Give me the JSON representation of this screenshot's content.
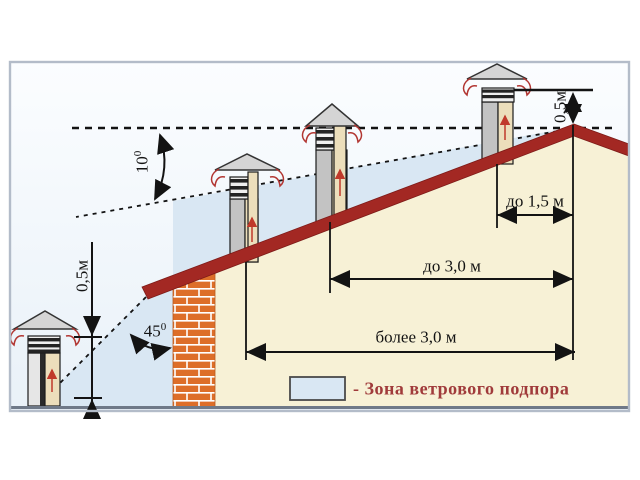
{
  "figure_labels": {
    "angle_ridge": {
      "base": "10",
      "sup": "0"
    },
    "angle_eave": {
      "base": "45",
      "sup": "0"
    },
    "offset_ridge": "0,5м",
    "offset_eave": "0,5м",
    "dist_near": "до 1,5 м",
    "dist_mid": "до 3,0 м",
    "dist_far": "более 3,0 м"
  },
  "legend": {
    "label": "- Зона ветрового подпора"
  },
  "colors": {
    "roof_red": "#a32823",
    "wall_cream": "#f7f1d6",
    "wind_zone_blue": "#d9e7f3",
    "sky_blue": "#eff5fb",
    "brick_orange": "#dd6e29",
    "legend_text_red": "#a03b3b",
    "line_black": "#131313"
  }
}
